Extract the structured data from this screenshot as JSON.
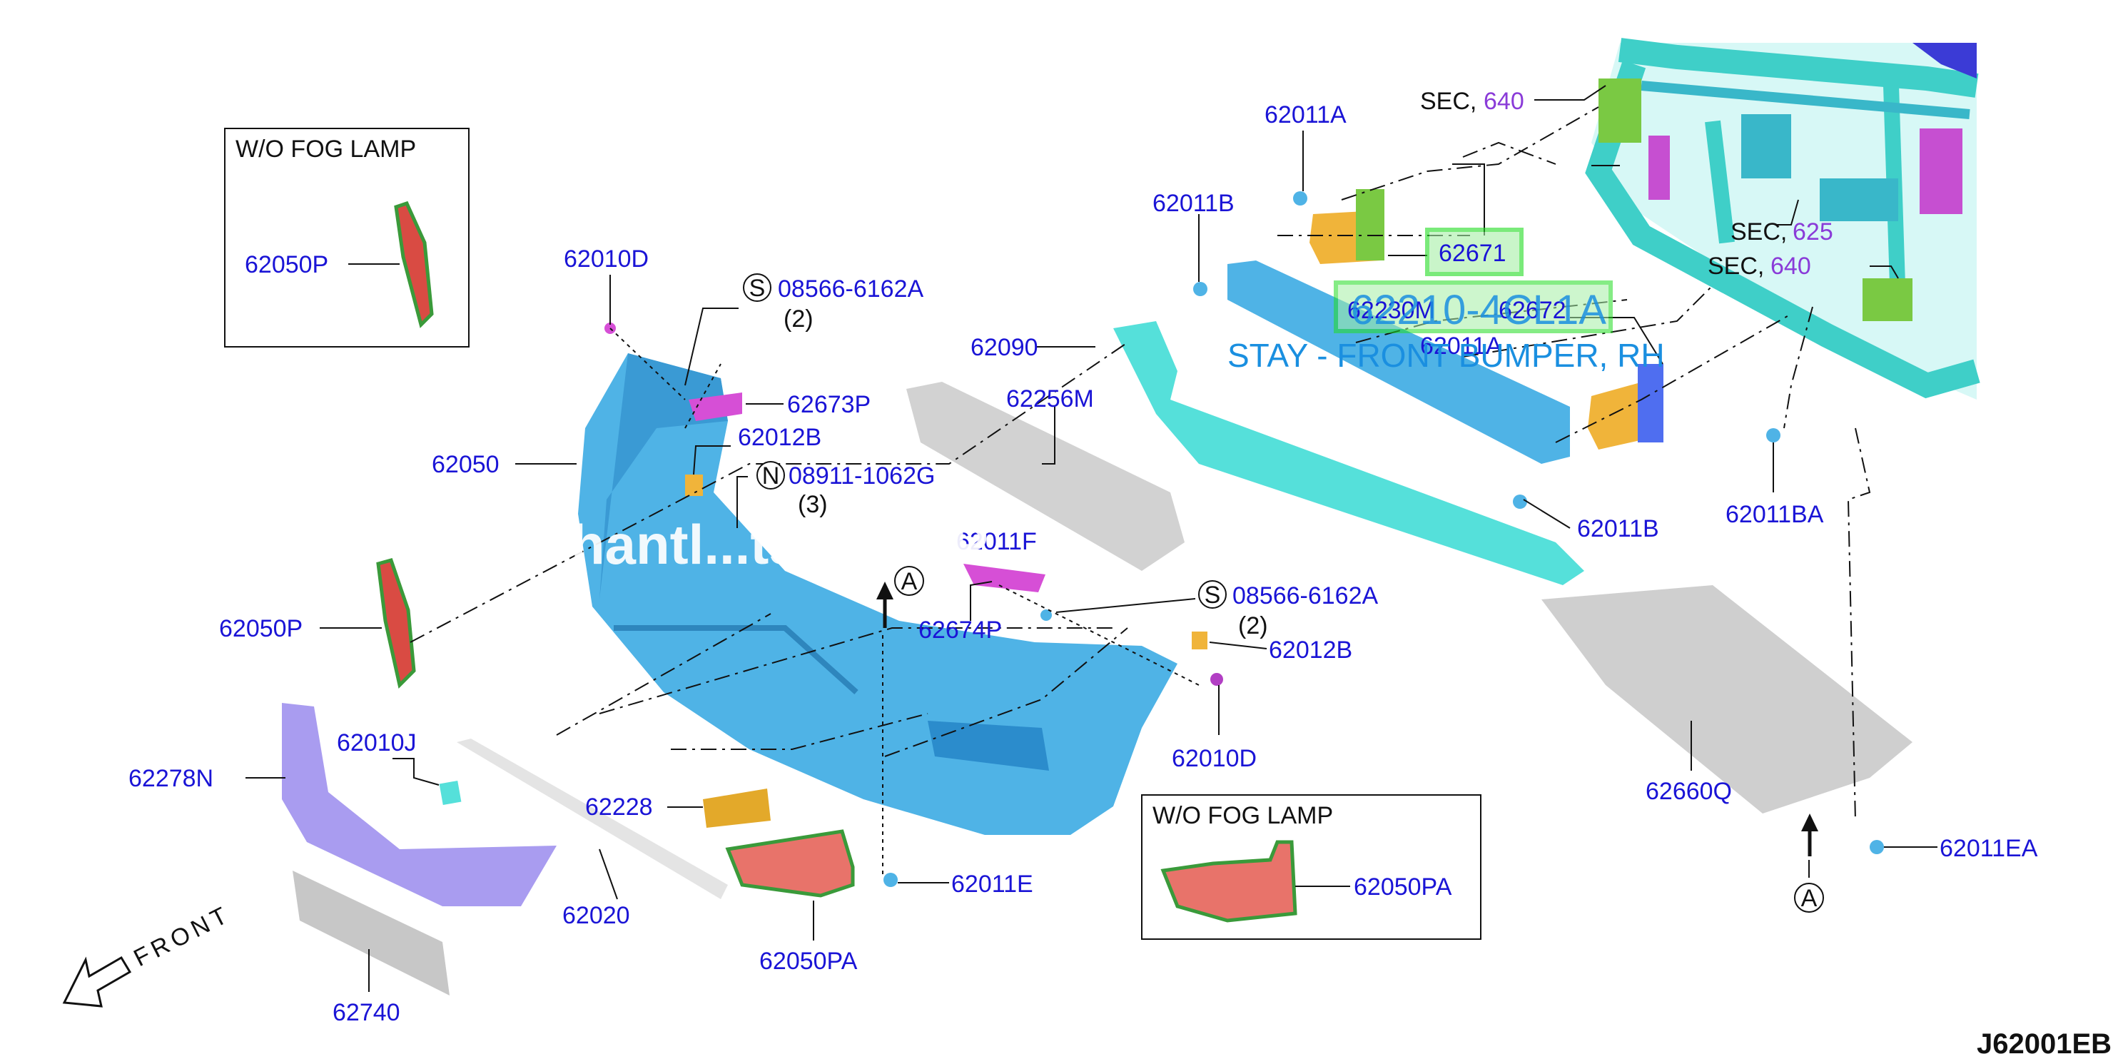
{
  "diagram": {
    "code": "J62001EB",
    "front_label": "FRONT",
    "wo_fog_box_1_title": "W/O FOG LAMP",
    "wo_fog_box_2_title": "W/O FOG LAMP",
    "sec_640_top_prefix": "SEC,",
    "sec_640_top_num": "640",
    "sec_625_prefix": "SEC,",
    "sec_625_num": "625",
    "sec_640_mid_prefix": "SEC,",
    "sec_640_mid_num": "640",
    "highlight_part": "62671",
    "highlight_overlay_code": "62210-4CL1A",
    "highlight_under_1": "62230M",
    "highlight_under_2": "62672",
    "stay_caption": "STAY - FRONT BUMPER, RH",
    "watermark": "hantl...ts C...d P",
    "ref_A_1": "A",
    "ref_A_2": "A",
    "ref_S_1": "S",
    "ref_S_2": "S",
    "ref_N": "N",
    "qty_2_a": "(2)",
    "qty_3": "(3)",
    "qty_2_b": "(2)"
  },
  "labels": {
    "p62050P_box": "62050P",
    "p62010D_top": "62010D",
    "p08566_top": "08566-6162A",
    "p62673P": "62673P",
    "p62012B_top": "62012B",
    "p62050": "62050",
    "p08911": "08911-1062G",
    "p62050P": "62050P",
    "p62011A_top": "62011A",
    "p62011B_top": "62011B",
    "p62090": "62090",
    "p62256M": "62256M",
    "p62011A_mid": "62011A",
    "p62011B_lower": "62011B",
    "p62011BA": "62011BA",
    "p62011F": "62011F",
    "p62674P": "62674P",
    "p08566_mid": "08566-6162A",
    "p62012B_mid": "62012B",
    "p62010D_mid": "62010D",
    "p62010J": "62010J",
    "p62278N": "62278N",
    "p62228": "62228",
    "p62011E": "62011E",
    "p62020": "62020",
    "p62050PA": "62050PA",
    "p62740": "62740",
    "p62050PA_box": "62050PA",
    "p62660Q": "62660Q",
    "p62011EA": "62011EA"
  },
  "colors": {
    "label_blue": "#1a14d6",
    "sec_purple": "#8a3bd8",
    "bumper_blue": "#4fb3e6",
    "reinforcement_cyan": "#55e0da",
    "highlight_green": "#22dd22",
    "fog_cover_red": "#e8736a",
    "clip_magenta": "#d64fd6",
    "bracket_orange": "#f0b43a",
    "grey_part": "#d2d2d2",
    "lavender_part": "#a99cf0"
  }
}
